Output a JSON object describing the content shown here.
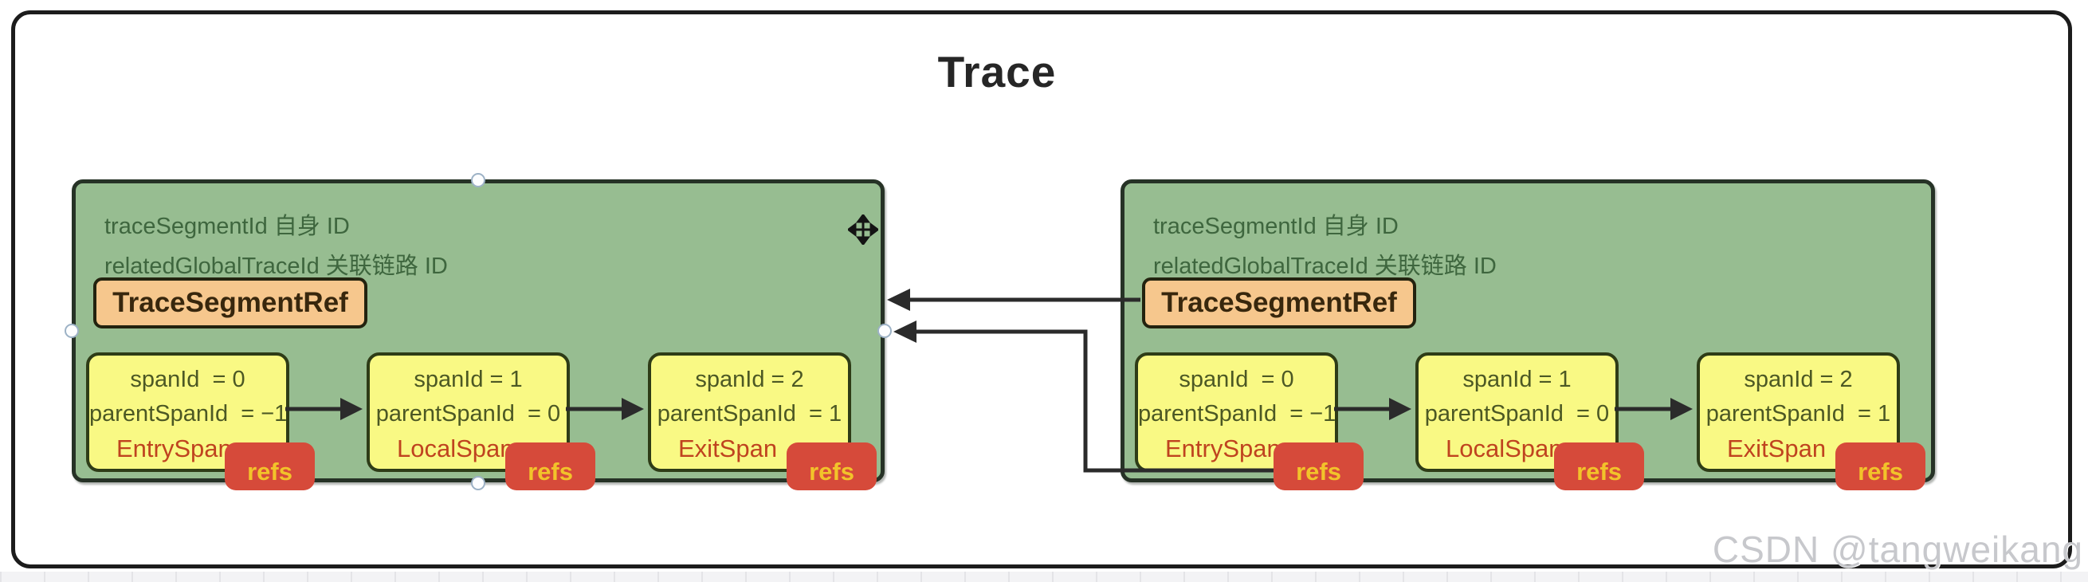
{
  "title": "Trace",
  "watermark": "CSDN @tangweikang",
  "colors": {
    "segment_fill": "#97bd91",
    "segment_border": "#263226",
    "segment_text": "#3e663e",
    "span_fill": "#f9f984",
    "span_text": "#4c5824",
    "span_type_text": "#bf431f",
    "ref_button_fill": "#f6c78d",
    "ref_button_text": "#38270d",
    "refs_badge_fill": "#d64a3a",
    "refs_badge_text": "#f2c32a",
    "arrow": "#2b2b2b"
  },
  "icons": {
    "move_icon": "move-cursor-four-arrows",
    "selection_handles": "white-circle-resize-handles"
  },
  "segments": [
    {
      "side": "left",
      "trace_segment_id_label": "traceSegmentId 自身 ID",
      "related_global_trace_id_label": "relatedGlobalTraceId 关联链路 ID",
      "ref_button_label": "TraceSegmentRef",
      "spans": [
        {
          "span_id": "spanId  = 0",
          "parent_span_id": "parentSpanId  = −1",
          "type": "EntrySpan",
          "badge": "refs"
        },
        {
          "span_id": "spanId = 1",
          "parent_span_id": "parentSpanId  = 0",
          "type": "LocalSpan",
          "badge": "refs"
        },
        {
          "span_id": "spanId = 2",
          "parent_span_id": "parentSpanId  = 1",
          "type": "ExitSpan",
          "badge": "refs"
        }
      ]
    },
    {
      "side": "right",
      "trace_segment_id_label": "traceSegmentId 自身 ID",
      "related_global_trace_id_label": "relatedGlobalTraceId 关联链路 ID",
      "ref_button_label": "TraceSegmentRef",
      "spans": [
        {
          "span_id": "spanId  = 0",
          "parent_span_id": "parentSpanId  = −1",
          "type": "EntrySpan",
          "badge": "refs"
        },
        {
          "span_id": "spanId = 1",
          "parent_span_id": "parentSpanId  = 0",
          "type": "LocalSpan",
          "badge": "refs"
        },
        {
          "span_id": "spanId = 2",
          "parent_span_id": "parentSpanId  = 1",
          "type": "ExitSpan",
          "badge": "refs"
        }
      ]
    }
  ]
}
